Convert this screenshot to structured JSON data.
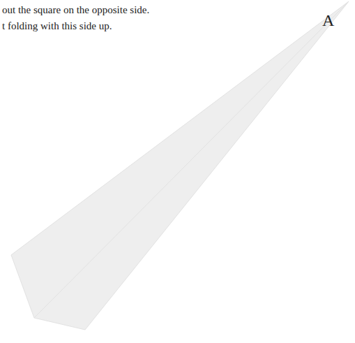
{
  "diagram": {
    "labels": [
      "out the square on the opposite side.",
      "t folding with this side up.",
      "A"
    ]
  }
}
